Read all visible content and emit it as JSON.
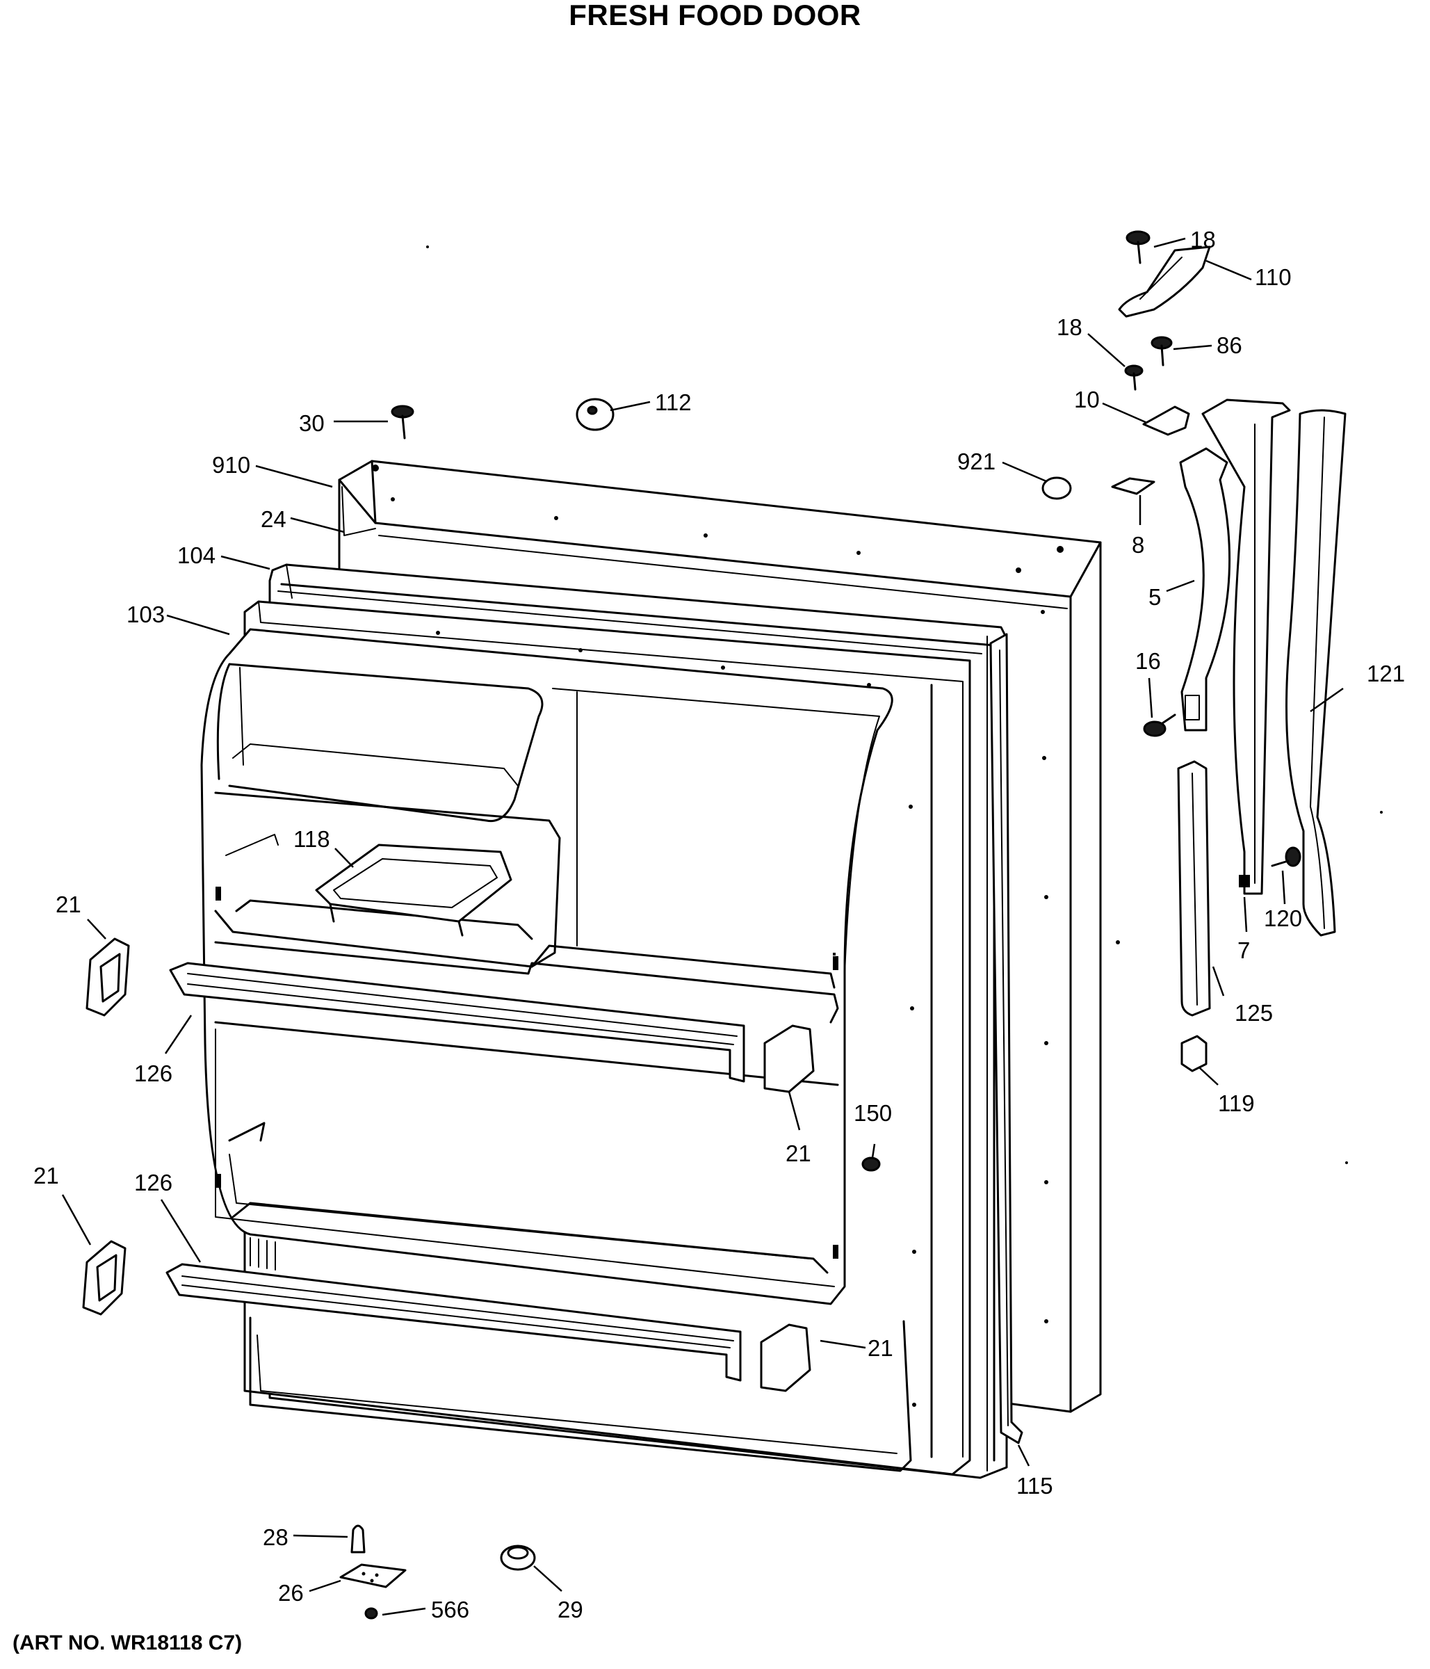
{
  "title": "FRESH FOOD DOOR",
  "art_number": "(ART NO. WR18118 C7)",
  "callouts": [
    {
      "id": "c18a",
      "text": "18"
    },
    {
      "id": "c110",
      "text": "110"
    },
    {
      "id": "c18b",
      "text": "18"
    },
    {
      "id": "c86",
      "text": "86"
    },
    {
      "id": "c10",
      "text": "10"
    },
    {
      "id": "c112",
      "text": "112"
    },
    {
      "id": "c30",
      "text": "30"
    },
    {
      "id": "c910",
      "text": "910"
    },
    {
      "id": "c921",
      "text": "921"
    },
    {
      "id": "c8",
      "text": "8"
    },
    {
      "id": "c24",
      "text": "24"
    },
    {
      "id": "c104",
      "text": "104"
    },
    {
      "id": "c103",
      "text": "103"
    },
    {
      "id": "c5",
      "text": "5"
    },
    {
      "id": "c16",
      "text": "16"
    },
    {
      "id": "c121",
      "text": "121"
    },
    {
      "id": "c118",
      "text": "118"
    },
    {
      "id": "c120",
      "text": "120"
    },
    {
      "id": "c7",
      "text": "7"
    },
    {
      "id": "c21a",
      "text": "21"
    },
    {
      "id": "c125",
      "text": "125"
    },
    {
      "id": "c126a",
      "text": "126"
    },
    {
      "id": "c119",
      "text": "119"
    },
    {
      "id": "c150",
      "text": "150"
    },
    {
      "id": "c21b",
      "text": "21"
    },
    {
      "id": "c21c",
      "text": "21"
    },
    {
      "id": "c126b",
      "text": "126"
    },
    {
      "id": "c21d",
      "text": "21"
    },
    {
      "id": "c115",
      "text": "115"
    },
    {
      "id": "c28",
      "text": "28"
    },
    {
      "id": "c29",
      "text": "29"
    },
    {
      "id": "c26",
      "text": "26"
    },
    {
      "id": "c566",
      "text": "566"
    }
  ]
}
